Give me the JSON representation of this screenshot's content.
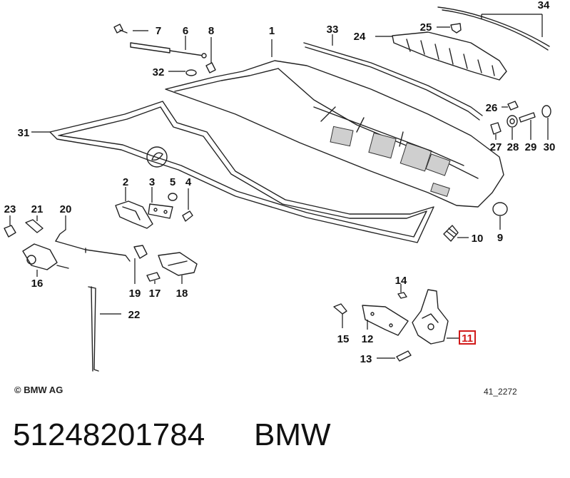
{
  "diagram": {
    "callouts": {
      "c1": "1",
      "c2": "2",
      "c3": "3",
      "c4": "4",
      "c5": "5",
      "c6": "6",
      "c7": "7",
      "c8": "8",
      "c9": "9",
      "c10": "10",
      "c11": "11",
      "c12": "12",
      "c13": "13",
      "c14": "14",
      "c15": "15",
      "c16": "16",
      "c17": "17",
      "c18": "18",
      "c19": "19",
      "c20": "20",
      "c21": "21",
      "c22": "22",
      "c23": "23",
      "c24": "24",
      "c25": "25",
      "c26": "26",
      "c27": "27",
      "c28": "28",
      "c29": "29",
      "c30": "30",
      "c31": "31",
      "c32": "32",
      "c33": "33",
      "c34": "34"
    },
    "highlight_color": "#d11a1a"
  },
  "footer": {
    "copyright": "© BMW AG",
    "drawing_id": "41_2272"
  },
  "title": {
    "part_number": "51248201784",
    "brand": "BMW"
  }
}
